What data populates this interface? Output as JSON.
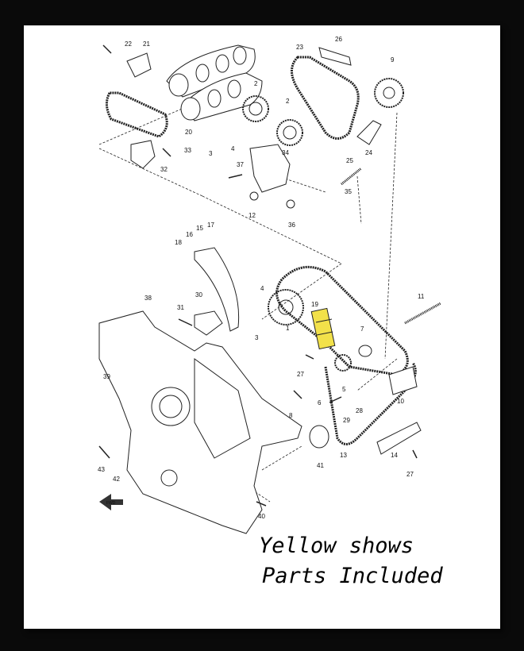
{
  "diagram": {
    "labels": {
      "p1": "1",
      "p2a": "2",
      "p2b": "2",
      "p3a": "3",
      "p3b": "3",
      "p4a": "4",
      "p4b": "4",
      "p5": "5",
      "p6": "6",
      "p7": "7",
      "p8": "8",
      "p9": "9",
      "p10": "10",
      "p11": "11",
      "p12": "12",
      "p13": "13",
      "p14": "14",
      "p15": "15",
      "p16": "16",
      "p17": "17",
      "p18": "18",
      "p19": "19",
      "p20": "20",
      "p21": "21",
      "p22": "22",
      "p23": "23",
      "p24": "24",
      "p25": "25",
      "p26": "26",
      "p27a": "27",
      "p27b": "27",
      "p28": "28",
      "p29": "29",
      "p30": "30",
      "p31": "31",
      "p32": "32",
      "p33": "33",
      "p34": "34",
      "p35": "35",
      "p36": "36",
      "p37": "37",
      "p38": "38",
      "p39": "39",
      "p40": "40",
      "p41": "41",
      "p42": "42",
      "p43": "43"
    },
    "highlight_color": "#f2e14a",
    "front_marker": "FWD"
  },
  "note": {
    "line1": "Yellow shows",
    "line2": "Parts Included"
  }
}
